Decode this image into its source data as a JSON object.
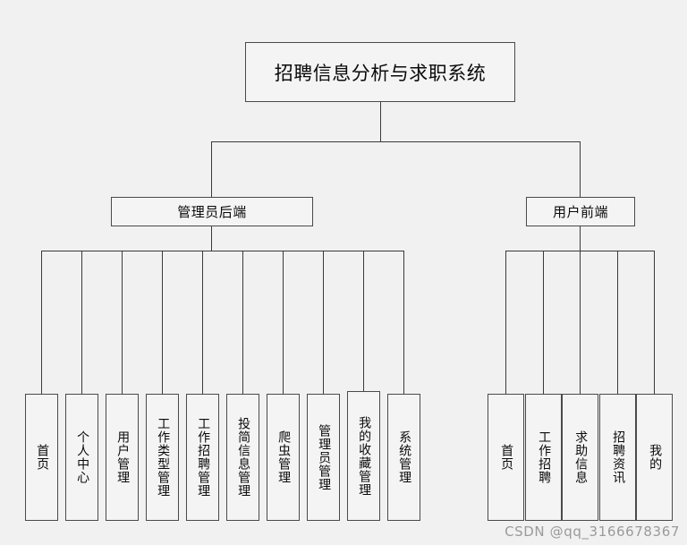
{
  "diagram": {
    "title": "招聘信息分析与求职系统",
    "background_color": "#f1f1f1",
    "line_color": "#3a3a3a",
    "box_fill_color": "#f4f4f4",
    "box_border_color": "#4a4a4a",
    "root": {
      "label": "招聘信息分析与求职系统"
    },
    "branches": [
      {
        "label": "管理员后端",
        "children": [
          {
            "label": "首页"
          },
          {
            "label": "个人中心"
          },
          {
            "label": "用户管理"
          },
          {
            "label": "工作类型管理"
          },
          {
            "label": "工作招聘管理"
          },
          {
            "label": "投简信息管理"
          },
          {
            "label": "爬虫管理"
          },
          {
            "label": "管理员管理"
          },
          {
            "label": "我的收藏管理"
          },
          {
            "label": "系统管理"
          }
        ]
      },
      {
        "label": "用户前端",
        "children": [
          {
            "label": "首页"
          },
          {
            "label": "工作招聘"
          },
          {
            "label": "求助信息"
          },
          {
            "label": "招聘资讯"
          },
          {
            "label": "我的"
          }
        ]
      }
    ]
  },
  "watermark": {
    "text": "CSDN @qq_3166678367",
    "color": "#9a9a9a"
  }
}
